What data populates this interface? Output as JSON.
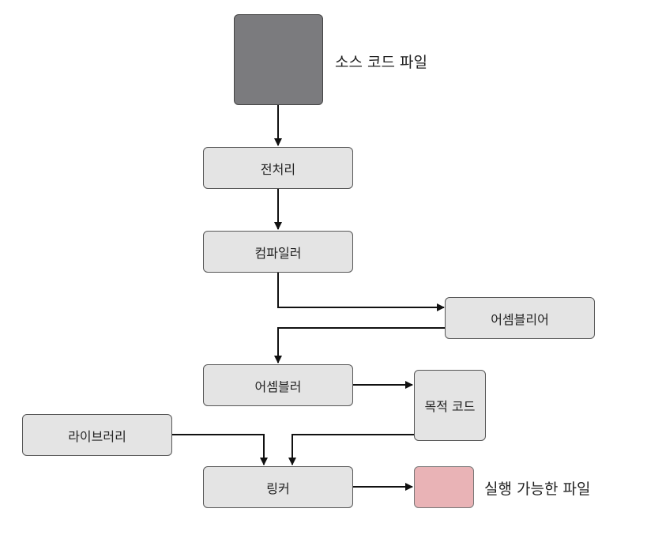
{
  "nodes": {
    "source_file": {
      "label": "소스 코드 파일",
      "color": "#7b7b7e"
    },
    "preprocessor": {
      "label": "전처리"
    },
    "compiler": {
      "label": "컴파일러"
    },
    "assembly": {
      "label": "어셈블리어"
    },
    "assembler": {
      "label": "어셈블러"
    },
    "object_code": {
      "label": "목적 코드"
    },
    "library": {
      "label": "라이브러리"
    },
    "linker": {
      "label": "링커"
    },
    "executable": {
      "label": "실행 가능한 파일",
      "color": "#e9b3b6"
    }
  },
  "colors": {
    "box_fill": "#e4e4e4",
    "box_border": "#555555",
    "arrow": "#111111"
  }
}
